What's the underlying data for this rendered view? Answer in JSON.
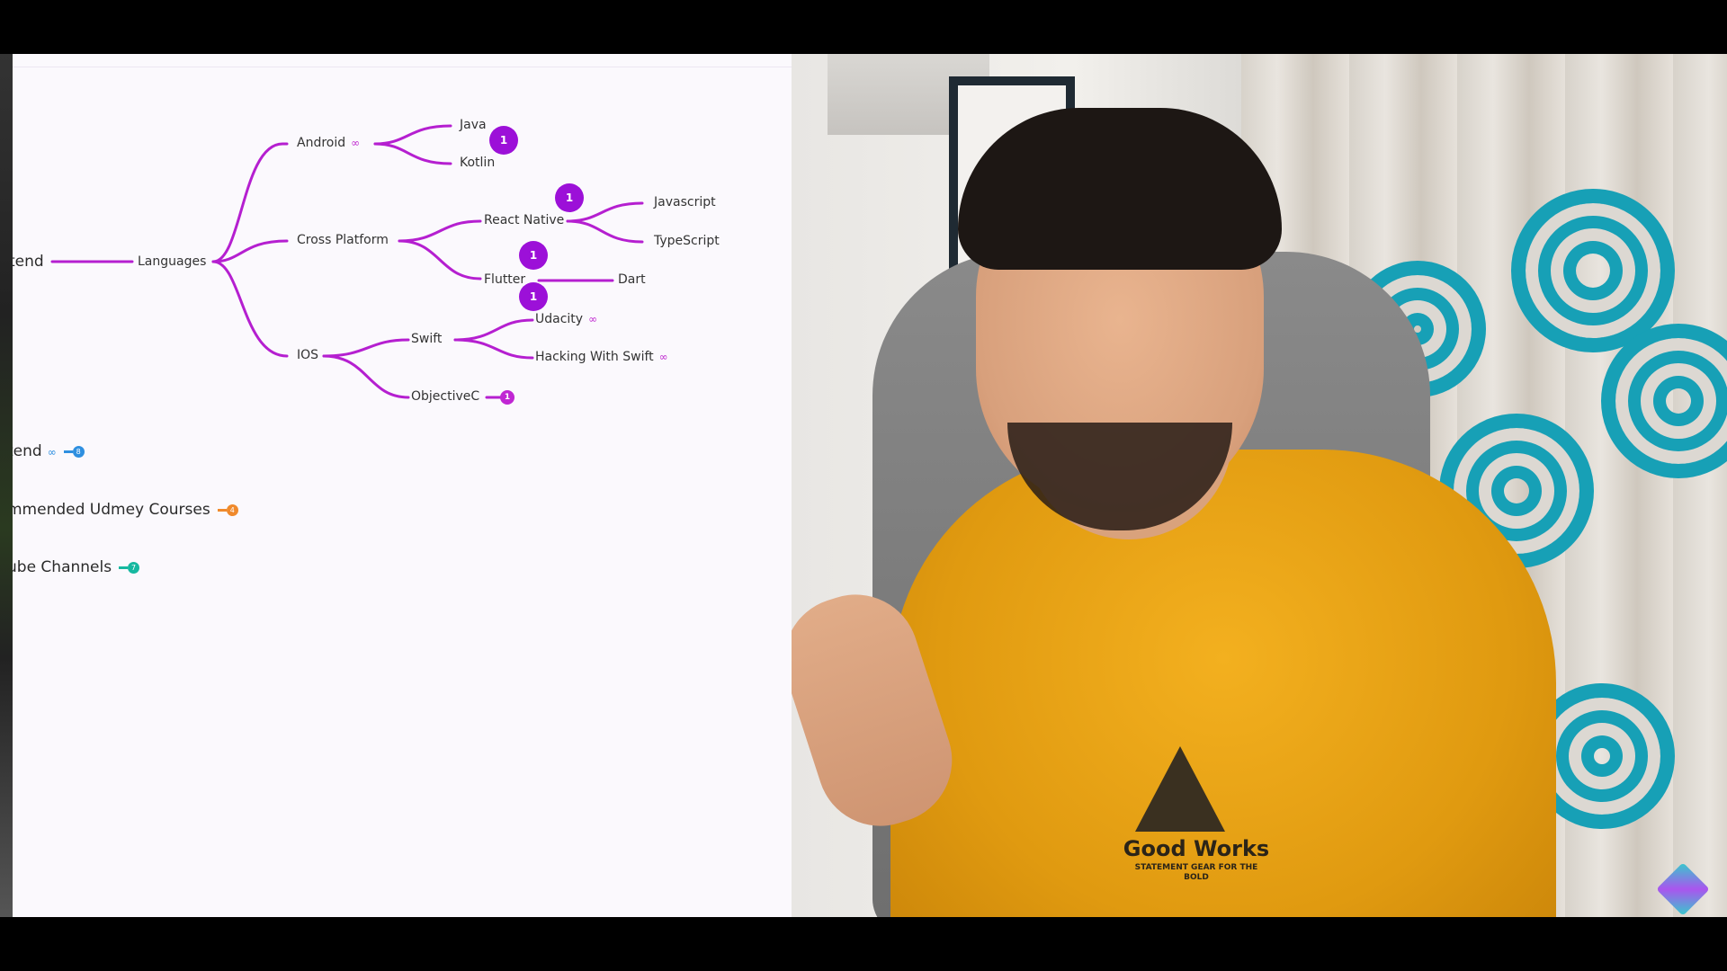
{
  "mindmap": {
    "root_label": "tend",
    "languages_label": "Languages",
    "android": {
      "label": "Android",
      "children": [
        "Java",
        "Kotlin"
      ],
      "badge": "1"
    },
    "cross_platform": {
      "label": "Cross Platform",
      "react_native": {
        "label": "React Native",
        "children": [
          "Javascript",
          "TypeScript"
        ],
        "badge": "1"
      },
      "flutter": {
        "label": "Flutter",
        "children": [
          "Dart"
        ],
        "badge": "1"
      }
    },
    "ios": {
      "label": "IOS",
      "swift": {
        "label": "Swift",
        "children": [
          "Udacity",
          "Hacking With Swift"
        ],
        "badge": "1"
      },
      "objectivec": {
        "label": "ObjectiveC",
        "count": "1"
      }
    },
    "branches": [
      {
        "label": "tend",
        "count": "8",
        "color": "#2e8fe0"
      },
      {
        "label": "mmended Udmey Courses",
        "count": "4",
        "color": "#f08a2c"
      },
      {
        "label": "ube Channels",
        "count": "7",
        "color": "#16b8a0"
      }
    ],
    "link_icon": "link-icon",
    "accent": "#b51fd0",
    "badge_color": "#9c10d8"
  },
  "video": {
    "shirt_brand": "Good Works",
    "shirt_tagline": "STATEMENT GEAR FOR THE BOLD"
  }
}
